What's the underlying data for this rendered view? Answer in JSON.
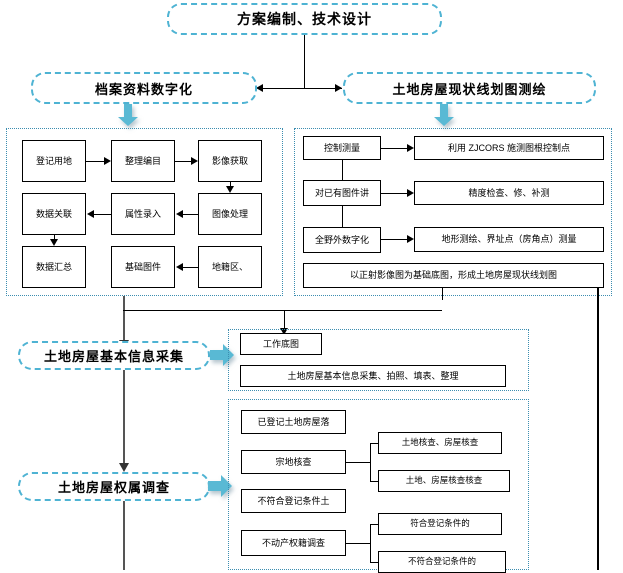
{
  "colors": {
    "phase_border": "#4EB3D3",
    "group_border": "#3C8DB0",
    "block_arrow": "#59B9D4",
    "node_border": "#000000",
    "background": "#FFFFFF"
  },
  "phases": {
    "plan_design": "方案编制、技术设计",
    "archive_digitize": "档案资料数字化",
    "survey_mapping": "土地房屋现状线划图测绘",
    "basic_info_collect": "土地房屋基本信息采集",
    "ownership_survey": "土地房屋权属调查"
  },
  "archive_group": {
    "nodes": [
      {
        "id": "registered-land",
        "label": "登记用地"
      },
      {
        "id": "organize-catalog",
        "label": "整理编目"
      },
      {
        "id": "image-acquire",
        "label": "影像获取"
      },
      {
        "id": "data-link",
        "label": "数据关联"
      },
      {
        "id": "attribute-entry",
        "label": "属性录入"
      },
      {
        "id": "image-process",
        "label": "图像处理"
      },
      {
        "id": "data-summary",
        "label": "数据汇总"
      },
      {
        "id": "base-map-sheet",
        "label": "基础图件"
      },
      {
        "id": "cadastral-zone",
        "label": "地籍区、"
      }
    ]
  },
  "survey_group": {
    "left_nodes": [
      {
        "id": "control-survey",
        "label": "控制测量"
      },
      {
        "id": "existing-map-process",
        "label": "对已有图件讲"
      },
      {
        "id": "full-field-digitize",
        "label": "全野外数字化"
      }
    ],
    "right_nodes": [
      {
        "id": "zjcors-control-point",
        "label": "利用 ZJCORS 施测图根控制点"
      },
      {
        "id": "accuracy-check",
        "label": "精度检查、修、补测"
      },
      {
        "id": "topo-boundary-survey",
        "label": "地形测绘、界址点（房角点）测量"
      }
    ],
    "footer_node": {
      "id": "ortho-base-map",
      "label": "以正射影像图为基础底图，形成土地房屋现状线划图"
    }
  },
  "collect_group": {
    "nodes": [
      {
        "id": "working-base-map",
        "label": "工作底图"
      },
      {
        "id": "collect-photo-form",
        "label": "土地房屋基本信息采集、拍照、填表、整理"
      }
    ]
  },
  "ownership_group": {
    "left_nodes": [
      {
        "id": "registered-land-house",
        "label": "已登记土地房屋落"
      },
      {
        "id": "parcel-check",
        "label": "宗地核查"
      },
      {
        "id": "not-meet-condition",
        "label": "不符合登记条件土"
      },
      {
        "id": "realty-registry-survey",
        "label": "不动产权籍调查"
      }
    ],
    "branch_parcel": [
      {
        "id": "land-house-check",
        "label": "土地核查、房屋核查"
      },
      {
        "id": "land-house-check-verify",
        "label": "土地、房屋核查核查"
      }
    ],
    "branch_registry": [
      {
        "id": "meets-registration",
        "label": "符合登记条件的"
      },
      {
        "id": "not-meets-registration",
        "label": "不符合登记条件的"
      }
    ]
  },
  "icons": {
    "block_arrow_down": "block-arrow-down-icon",
    "block_arrow_right": "block-arrow-right-icon",
    "arrow_head": "arrow-head-icon"
  }
}
